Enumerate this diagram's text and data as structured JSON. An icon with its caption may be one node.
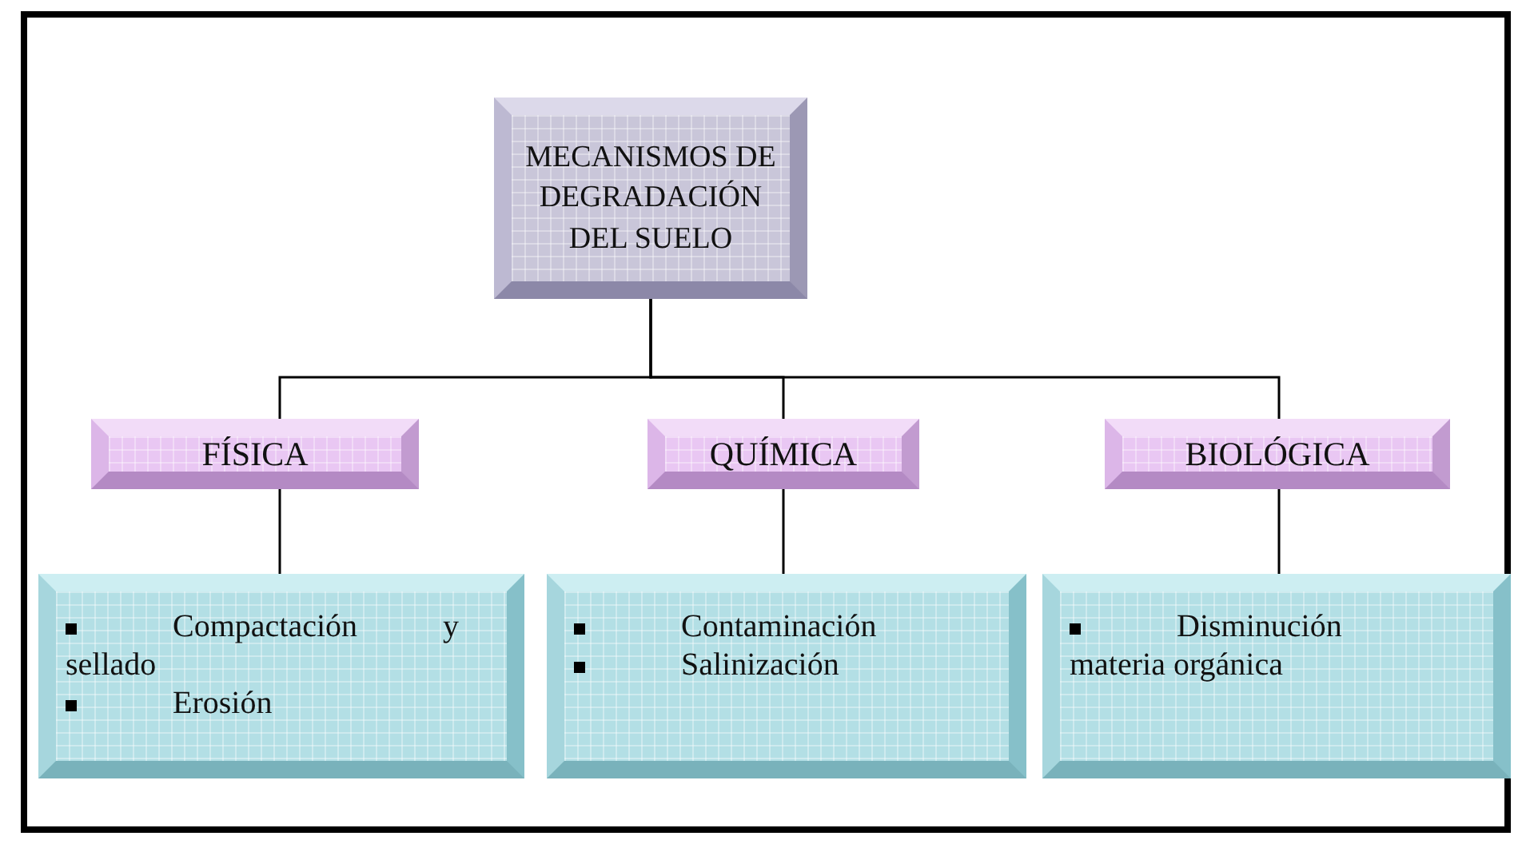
{
  "diagram": {
    "nodes": [
      {
        "text": [
          "MECANISMOS DE DEGRADACIÓN DEL SUELO"
        ]
      },
      {
        "text": [
          "FÍSICA"
        ]
      },
      {
        "text": [
          "QUÍMICA"
        ]
      },
      {
        "text": [
          "BIOLÓGICA"
        ]
      },
      {
        "text": [
          "Compactación y sellado",
          "Erosión"
        ]
      },
      {
        "text": [
          "Contaminación",
          "Salinización"
        ]
      },
      {
        "text": [
          "Disminución materia orgánica"
        ]
      }
    ],
    "edges": [
      {
        "from": 0,
        "to": 1,
        "arrow": "none"
      },
      {
        "from": 0,
        "to": 2,
        "arrow": "none"
      },
      {
        "from": 0,
        "to": 3,
        "arrow": "none"
      },
      {
        "from": 1,
        "to": 4,
        "arrow": "none"
      },
      {
        "from": 2,
        "to": 5,
        "arrow": "none"
      },
      {
        "from": 3,
        "to": 6,
        "arrow": "none"
      }
    ]
  }
}
